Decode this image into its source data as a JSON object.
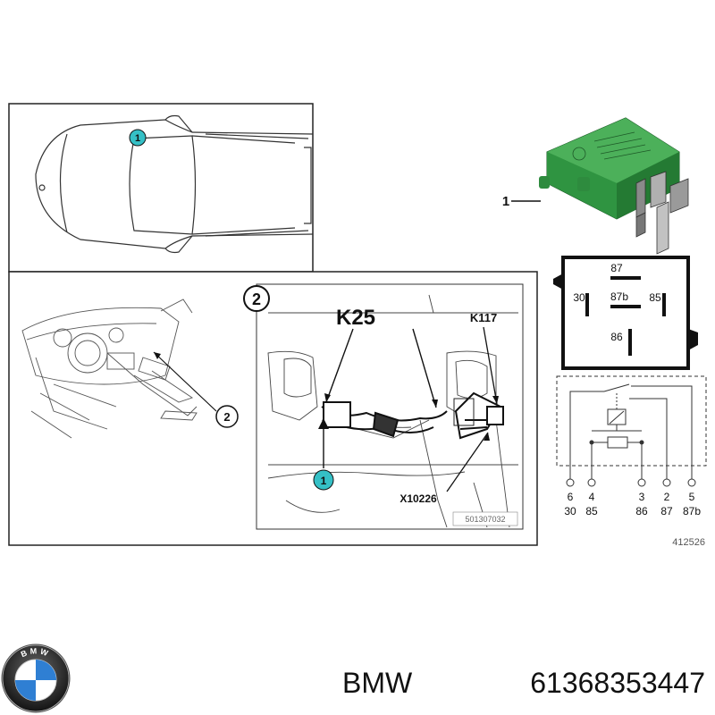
{
  "diagram": {
    "car_callout": "1",
    "dash_callout": "2",
    "detail_panel_number": "2",
    "relay_label": "K25",
    "second_relay_label": "K117",
    "connector_label": "X10226",
    "detail_callout": "1",
    "drawing_ref": "501307032",
    "part_callout": "1",
    "diagram_ref": "412526"
  },
  "relay_pins": {
    "top": "87",
    "left": "30",
    "center": "87b",
    "right": "85",
    "bottom": "86"
  },
  "schematic_pins": [
    {
      "number": "6",
      "terminal": "30"
    },
    {
      "number": "4",
      "terminal": "85"
    },
    {
      "number": "3",
      "terminal": "86"
    },
    {
      "number": "2",
      "terminal": "87"
    },
    {
      "number": "5",
      "terminal": "87b"
    }
  ],
  "brand": {
    "logo_text": "BMW",
    "name": "BMW",
    "part_number": "61368353447"
  },
  "colors": {
    "callout_teal": "#35c0c6",
    "relay_green": "#39a34a"
  }
}
